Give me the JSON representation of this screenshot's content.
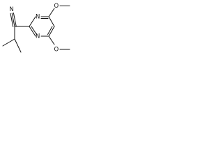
{
  "molecule": {
    "atoms": {
      "nitrile_n": "N",
      "ring_n_top": "N",
      "ring_n_bottom": "N",
      "methoxy_o_top": "O",
      "methoxy_o_bottom": "O"
    },
    "colors": {
      "bond": "#111111",
      "label": "#111111",
      "background": "#ffffff"
    }
  }
}
